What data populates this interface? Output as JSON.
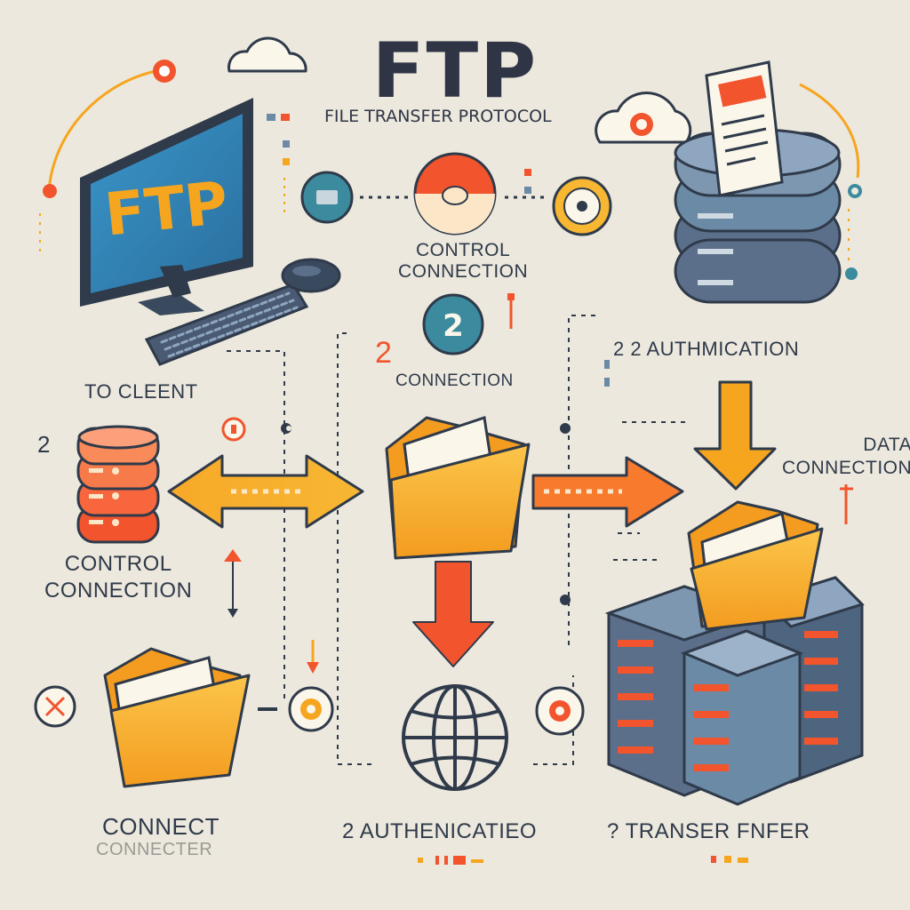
{
  "title": "FTP",
  "subtitle": "FILE TRANSFER PROTOCOL",
  "screen_text": "FTP",
  "labels": {
    "control_connection_top": [
      "CONTROL",
      "CONNECTION"
    ],
    "connection_mid": "CONNECTION",
    "authmication": "2 2   AUTHMICATION",
    "step_number_top": "2",
    "to_client": "TO CLEENT",
    "step_number_left": "2",
    "control_connection_left": [
      "CONTROL",
      "CONNECTION"
    ],
    "data_connection": [
      "DATA",
      "CONNECTION"
    ],
    "connect": "CONNECT",
    "connecter": "CONNECTER",
    "authenticatieo": "2 AUTHENICATIEO",
    "transfer": "? TRANSER FNFER"
  },
  "icon_glyphs": {
    "badge_mid_number": "2"
  },
  "colors": {
    "background": "#ece8dd",
    "orange": "#f6a51f",
    "red_orange": "#f2542d",
    "navy": "#2f3a4a",
    "teal": "#3b8a9e",
    "steel_blue": "#6b8aa6",
    "folder_yellow": "#f7b733",
    "screen_blue": "#2f80b8"
  }
}
